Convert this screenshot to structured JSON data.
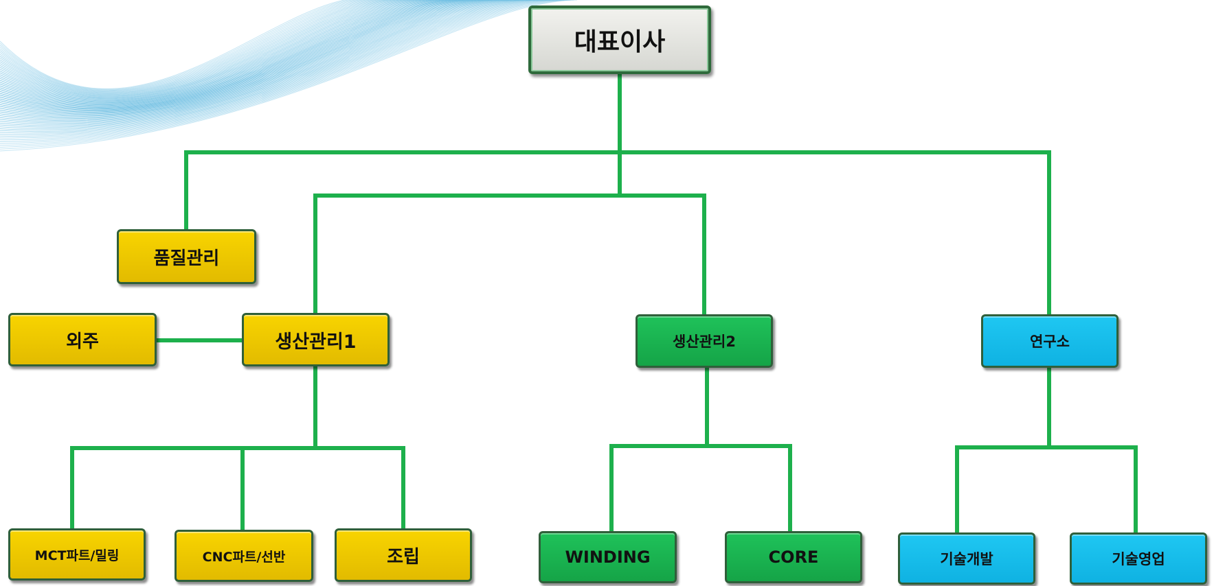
{
  "org_chart": {
    "ceo": "대표이사",
    "quality": "품질관리",
    "outsourcing": "외주",
    "production1": "생산관리1",
    "production2": "생산관리2",
    "research": "연구소",
    "mct_milling": "MCT파트/밀링",
    "cnc_lathe": "CNC파트/선반",
    "assembly": "조립",
    "winding": "WINDING",
    "core": "CORE",
    "tech_dev": "기술개발",
    "tech_sales": "기술영업"
  },
  "colors": {
    "connector": "#1db04c",
    "box_yellow": "#f2cc00",
    "box_green": "#1bb552",
    "box_cyan": "#19bfef",
    "box_gray": "#e6e6e2",
    "box_border": "#2f5f3a",
    "deco_wave": "#5fb8df"
  }
}
